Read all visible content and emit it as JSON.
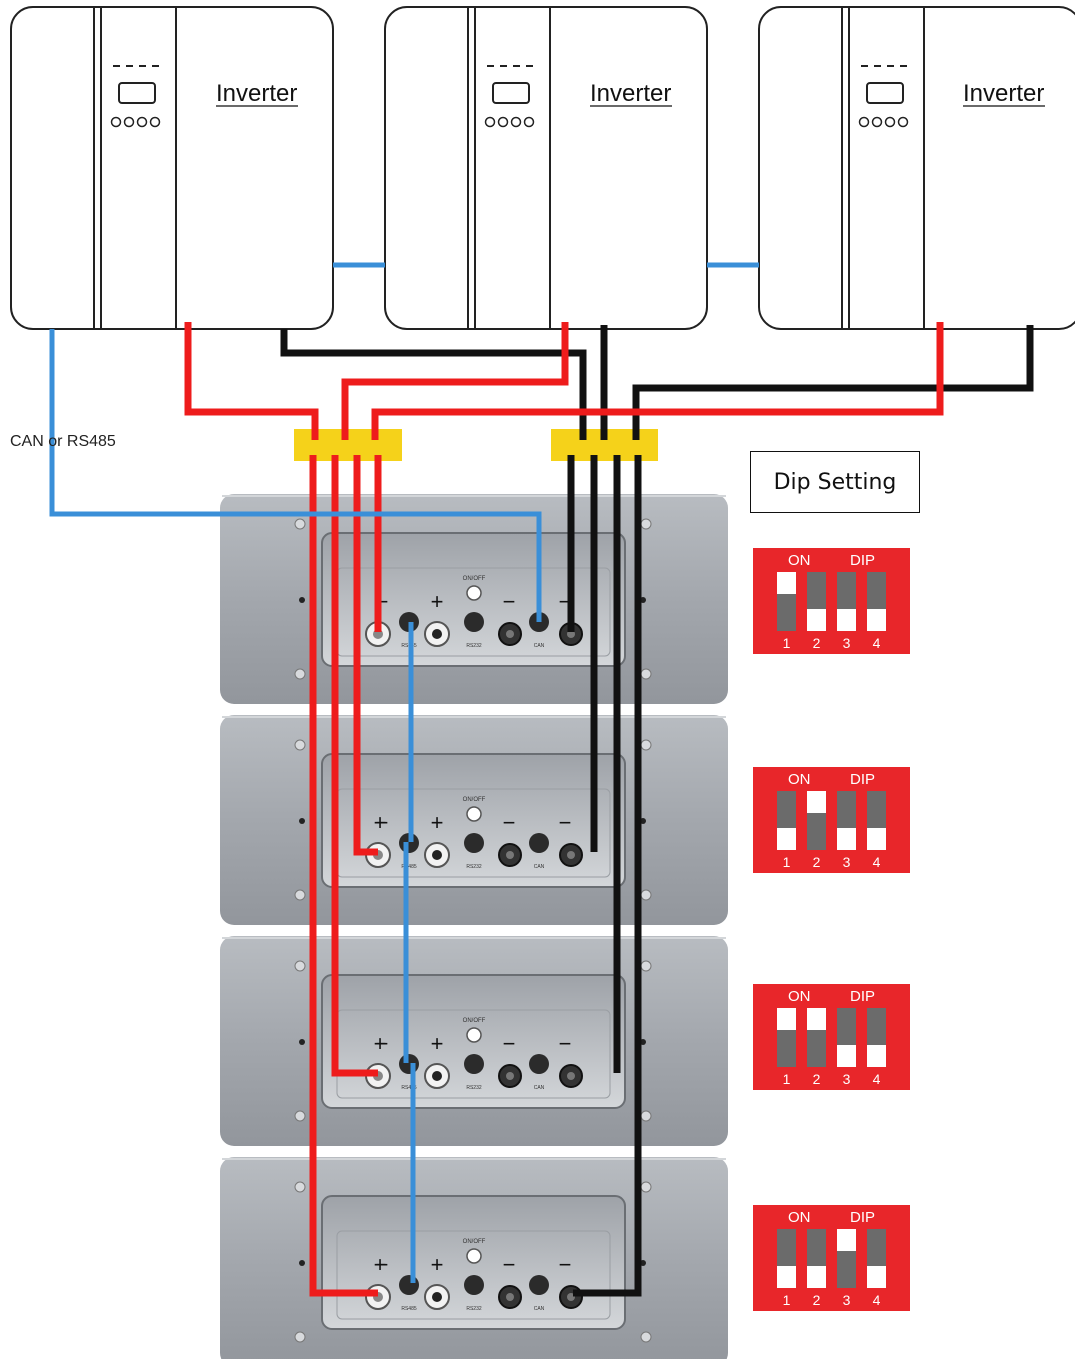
{
  "inverters": [
    {
      "label": "Inverter"
    },
    {
      "label": "Inverter"
    },
    {
      "label": "Inverter"
    }
  ],
  "comm_label": "CAN or RS485",
  "dip_title": "Dip Setting",
  "port_labels": {
    "on_off": "ON/OFF",
    "rs485": "RS485",
    "rs232": "RS232",
    "can": "CAN",
    "plus": "+",
    "minus": "−"
  },
  "dip_switches": [
    {
      "on_label": "ON",
      "dip_label": "DIP",
      "numbers": [
        "1",
        "2",
        "3",
        "4"
      ],
      "states": [
        1,
        0,
        0,
        0
      ]
    },
    {
      "on_label": "ON",
      "dip_label": "DIP",
      "numbers": [
        "1",
        "2",
        "3",
        "4"
      ],
      "states": [
        0,
        1,
        0,
        0
      ]
    },
    {
      "on_label": "ON",
      "dip_label": "DIP",
      "numbers": [
        "1",
        "2",
        "3",
        "4"
      ],
      "states": [
        1,
        1,
        0,
        0
      ]
    },
    {
      "on_label": "ON",
      "dip_label": "DIP",
      "numbers": [
        "1",
        "2",
        "3",
        "4"
      ],
      "states": [
        0,
        0,
        1,
        0
      ]
    }
  ],
  "colors": {
    "positive_cable": "#ee1c1c",
    "negative_cable": "#111111",
    "comm_cable": "#3a8fd8",
    "busbar": "#f5d21a",
    "dip_body": "#e8262a",
    "battery_body": "#a7abb1",
    "panel": "#c9ccd0"
  }
}
